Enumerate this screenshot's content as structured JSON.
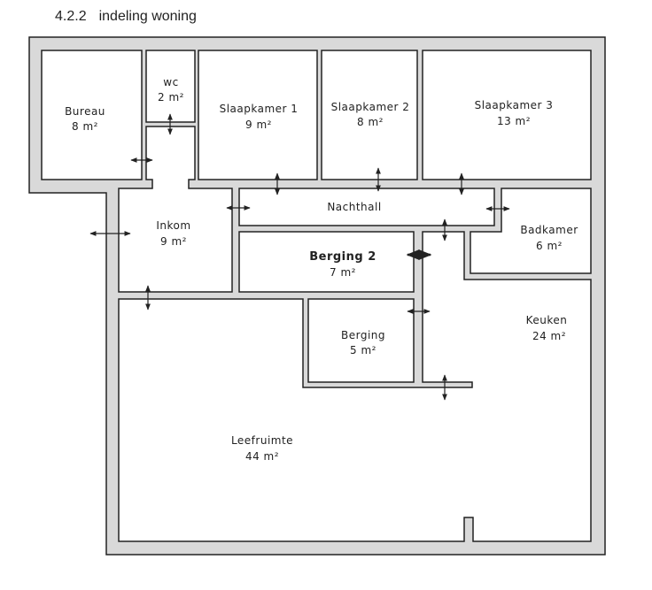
{
  "heading": {
    "number": "4.2.2",
    "text": "indeling woning"
  },
  "rooms": {
    "bureau": {
      "name": "Bureau",
      "area": "8 m²"
    },
    "wc": {
      "name": "wc",
      "area": "2 m²"
    },
    "slaapkamer1": {
      "name": "Slaapkamer 1",
      "area": "9 m²"
    },
    "slaapkamer2": {
      "name": "Slaapkamer 2",
      "area": "8 m²"
    },
    "slaapkamer3": {
      "name": "Slaapkamer 3",
      "area": "13 m²"
    },
    "nachthall": {
      "name": "Nachthall"
    },
    "inkom": {
      "name": "Inkom",
      "area": "9 m²"
    },
    "badkamer": {
      "name": "Badkamer",
      "area": "6 m²"
    },
    "berging2": {
      "name": "Berging 2",
      "area": "7 m²"
    },
    "berging": {
      "name": "Berging",
      "area": "5 m²"
    },
    "keuken": {
      "name": "Keuken",
      "area": "24 m²"
    },
    "leefruimte": {
      "name": "Leefruimte",
      "area": "44 m²"
    }
  },
  "colors": {
    "wall": "#d9d9d9",
    "line": "#222222"
  }
}
